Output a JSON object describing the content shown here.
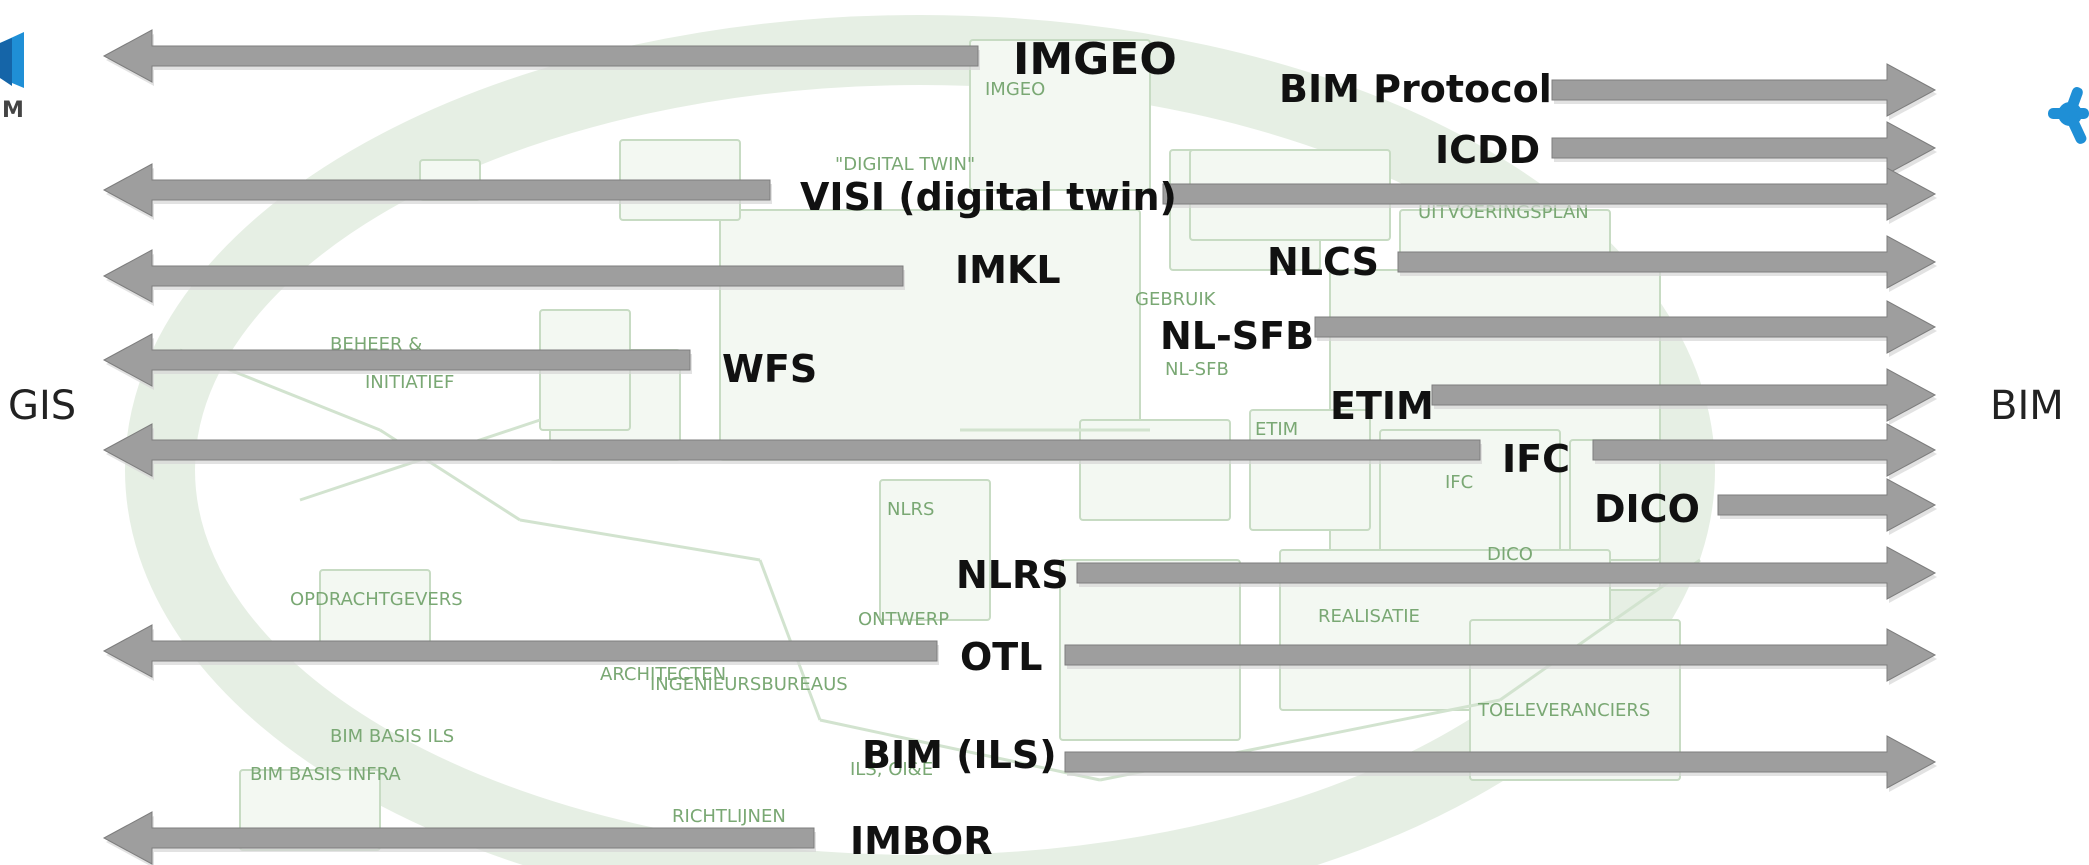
{
  "left_side_label": "GIS",
  "right_side_label": "BIM",
  "logo_left_text": "M",
  "background_illustration": {
    "labels": [
      "\"DIGITAL TWIN\"",
      "IMGEO",
      "GEBRUIK",
      "INITIATIEF",
      "BEHEER &",
      "OPDRACHTGEVERS",
      "ARCHITECTEN",
      "ONTWERP",
      "INGENIEURSBUREAUS",
      "REALISATIE",
      "TOELEVERANCIERS",
      "RICHTLIJNEN",
      "UITVOERINGSPLAN",
      "NL-SFB",
      "NLRS",
      "ETIM",
      "IFC",
      "DICO",
      "BIM BASIS ILS",
      "BIM BASIS INFRA",
      "ILS, OI&E"
    ],
    "tint": "#7aa874"
  },
  "colors": {
    "arrow": "#9e9e9e",
    "arrow_shade": "#7d7d7d",
    "text": "#111111",
    "logo_blue": "#1f8fd6"
  },
  "standards": [
    {
      "label": "IMGEO",
      "direction": "left"
    },
    {
      "label": "BIM Protocol",
      "direction": "right"
    },
    {
      "label": "ICDD",
      "direction": "right"
    },
    {
      "label": "VISI (digital twin)",
      "direction": "both"
    },
    {
      "label": "IMKL",
      "direction": "left"
    },
    {
      "label": "NLCS",
      "direction": "right"
    },
    {
      "label": "NL-SFB",
      "direction": "right"
    },
    {
      "label": "WFS",
      "direction": "left"
    },
    {
      "label": "ETIM",
      "direction": "right"
    },
    {
      "label": "IFC",
      "direction": "both"
    },
    {
      "label": "DICO",
      "direction": "right"
    },
    {
      "label": "NLRS",
      "direction": "right"
    },
    {
      "label": "OTL",
      "direction": "both"
    },
    {
      "label": "BIM (ILS)",
      "direction": "right"
    },
    {
      "label": "IMBOR",
      "direction": "left"
    }
  ]
}
